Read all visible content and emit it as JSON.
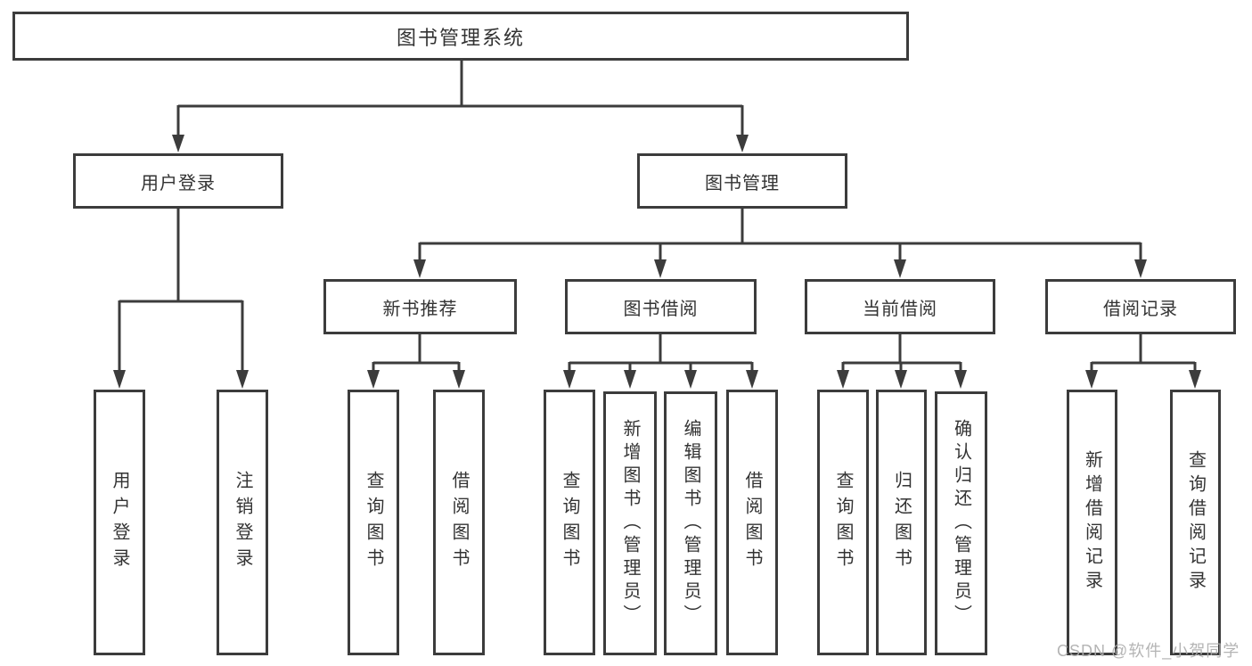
{
  "diagram": {
    "tree": {
      "root": {
        "label": "图书管理系统",
        "children": [
          {
            "label": "用户登录",
            "children": [
              {
                "label": "用户登录"
              },
              {
                "label": "注销登录"
              }
            ]
          },
          {
            "label": "图书管理",
            "children": [
              {
                "label": "新书推荐",
                "children": [
                  {
                    "label": "查询图书"
                  },
                  {
                    "label": "借阅图书"
                  }
                ]
              },
              {
                "label": "图书借阅",
                "children": [
                  {
                    "label": "查询图书"
                  },
                  {
                    "label": "新增图书（管理员）"
                  },
                  {
                    "label": "编辑图书（管理员）"
                  },
                  {
                    "label": "借阅图书"
                  }
                ]
              },
              {
                "label": "当前借阅",
                "children": [
                  {
                    "label": "查询图书"
                  },
                  {
                    "label": "归还图书"
                  },
                  {
                    "label": "确认归还（管理员）"
                  }
                ]
              },
              {
                "label": "借阅记录",
                "children": [
                  {
                    "label": "新增借阅记录"
                  },
                  {
                    "label": "查询借阅记录"
                  }
                ]
              }
            ]
          }
        ]
      }
    },
    "colors": {
      "line": "#3c3c3c",
      "text": "#333333",
      "background": "#ffffff",
      "watermark": "#aeaeae"
    }
  },
  "watermark": {
    "text": "CSDN @软件_小贺同学"
  }
}
